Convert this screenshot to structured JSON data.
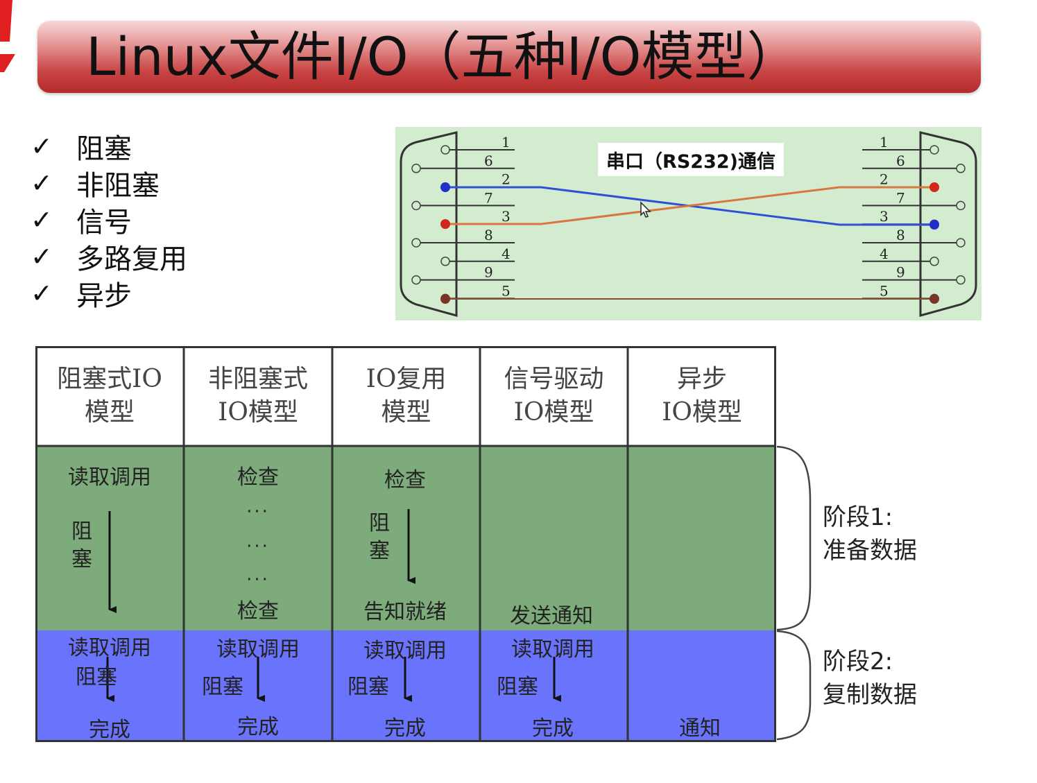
{
  "title": "Linux文件I/O（五种I/O模型）",
  "checklist": [
    "阻塞",
    "非阻塞",
    "信号",
    "多路复用",
    "异步"
  ],
  "check_symbol": "✓",
  "serial_diagram": {
    "title": "串口（RS232)通信",
    "left_pins": [
      "1",
      "6",
      "2",
      "7",
      "3",
      "8",
      "4",
      "9",
      "5"
    ],
    "right_pins": [
      "1",
      "6",
      "2",
      "7",
      "3",
      "8",
      "4",
      "9",
      "5"
    ],
    "colors": {
      "background": "#d3eccf",
      "tx_line": "#2f4fd6",
      "rx_line": "#d9763f",
      "gnd_line": "#8b4a2e",
      "pin_blue": "#1f2fc7",
      "pin_red": "#d3261f",
      "pin_brown": "#7a3426"
    }
  },
  "io_models": {
    "headers": [
      [
        "阻塞式IO",
        "模型"
      ],
      [
        "非阻塞式",
        "IO模型"
      ],
      [
        "IO复用",
        "模型"
      ],
      [
        "信号驱动",
        "IO模型"
      ],
      [
        "异步",
        "IO模型"
      ]
    ],
    "stage1": {
      "blocking": {
        "top": "读取调用",
        "side": "阻塞"
      },
      "nonblocking": {
        "top": "检查",
        "dots": "···",
        "bottom": "检查"
      },
      "multiplex": {
        "top": "检查",
        "side": "阻塞",
        "bottom": "告知就绪"
      },
      "signal": {
        "bottom": "发送通知"
      }
    },
    "stage2": {
      "call": "读取调用",
      "block": "阻塞",
      "done": "完成",
      "async_notify": "通知"
    },
    "colors": {
      "stage1": "#7dab7b",
      "stage2": "#6a73fb",
      "header_bg": "#ffffff",
      "border": "#333333"
    }
  },
  "phases": [
    {
      "line1": "阶段1:",
      "line2": "准备数据"
    },
    {
      "line1": "阶段2:",
      "line2": "复制数据"
    }
  ],
  "accent": {
    "title_red": "#c94545",
    "corner_red": "#e02020"
  }
}
